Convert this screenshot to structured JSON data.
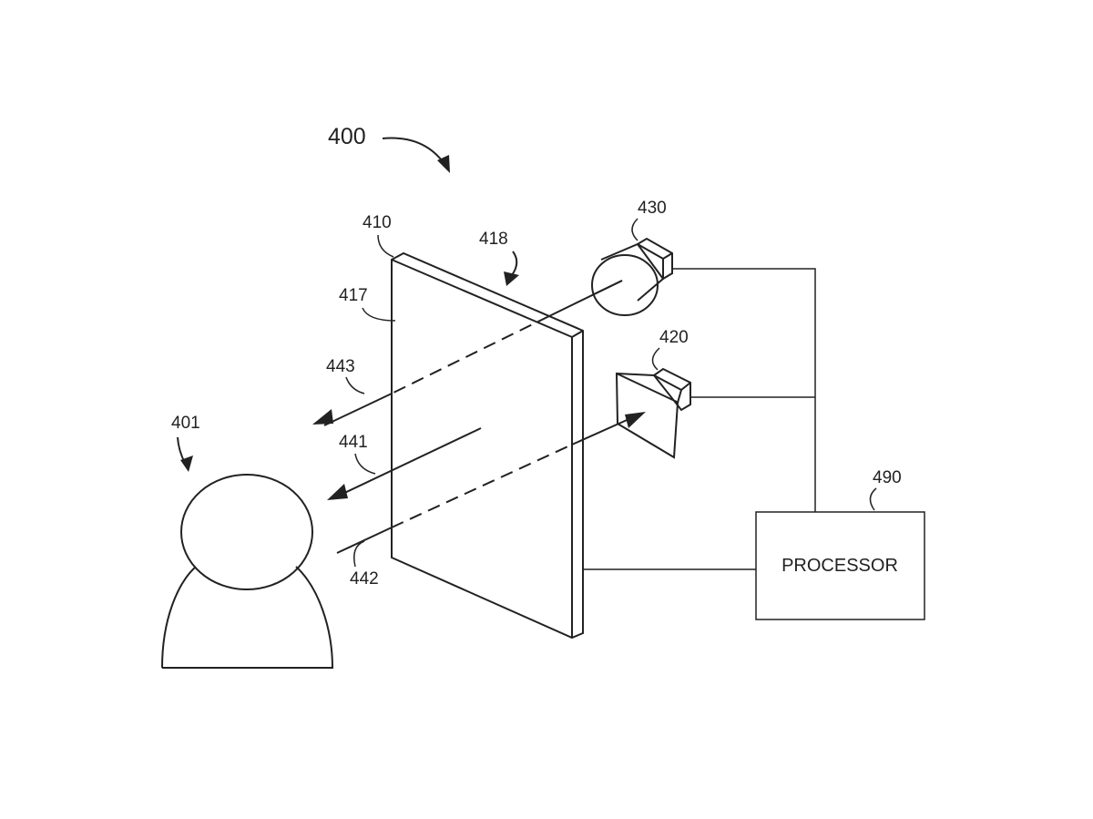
{
  "figure": {
    "ref_main": "400",
    "labels": {
      "user": "401",
      "panel": "410",
      "panel_front": "417",
      "panel_back": "418",
      "projector": "420",
      "camera": "430",
      "beam_441": "441",
      "beam_442": "442",
      "beam_443": "443",
      "processor_ref": "490"
    },
    "processor_text": "PROCESSOR"
  }
}
